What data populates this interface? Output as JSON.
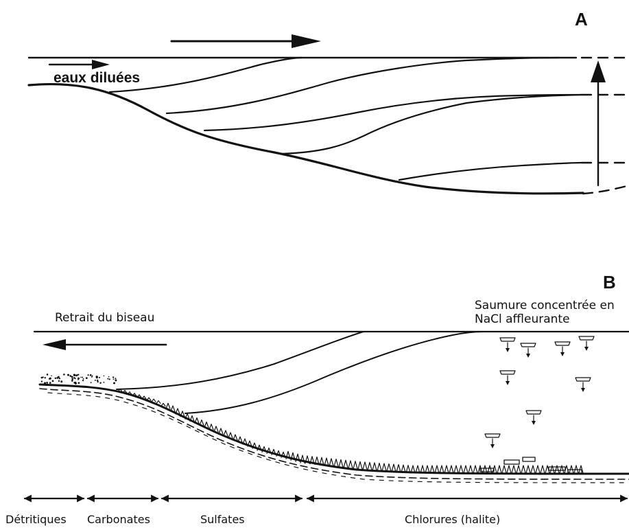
{
  "panel_a": {
    "label": "A",
    "water_label": "eaux diluées"
  },
  "panel_b": {
    "label": "B",
    "retreat_label": "Retrait du biseau",
    "brine_line1": "Saumure concentrée en",
    "brine_line2": "NaCl affleurante"
  },
  "zones": [
    {
      "label": "Détritiques"
    },
    {
      "label": "Carbonates"
    },
    {
      "label": "Sulfates"
    },
    {
      "label": "Chlorures (halite)"
    }
  ]
}
